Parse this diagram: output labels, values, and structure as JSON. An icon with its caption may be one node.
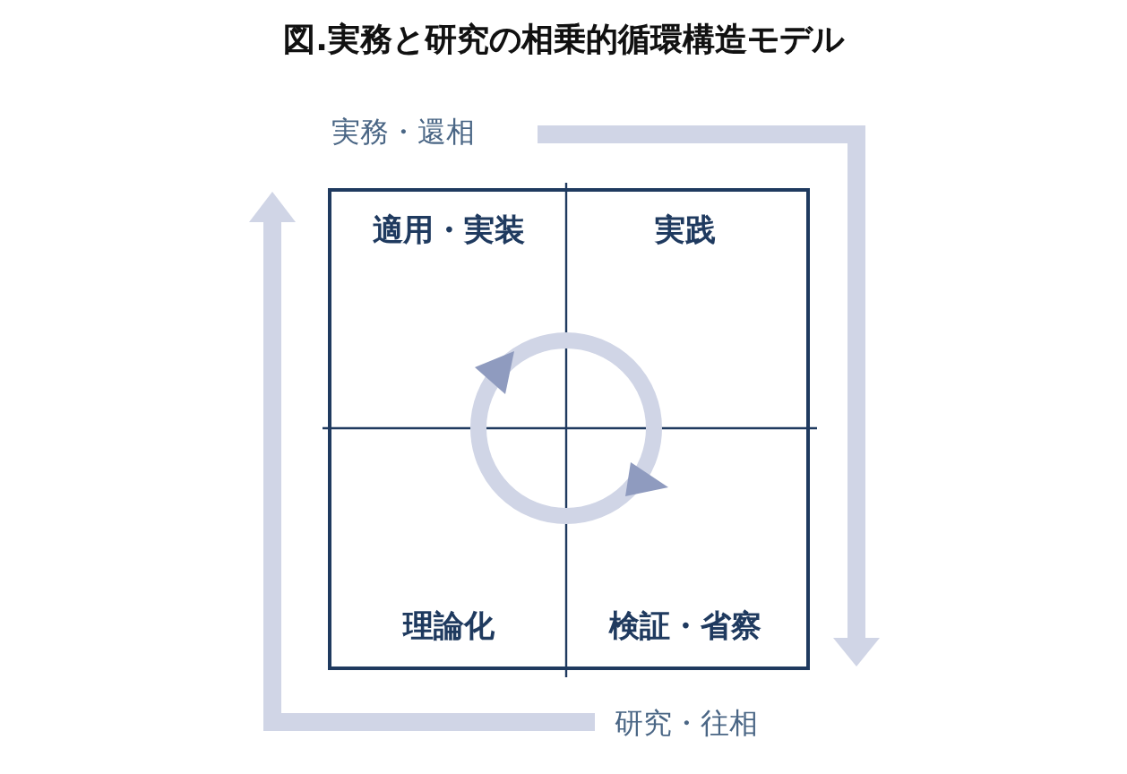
{
  "diagram": {
    "title": "図.実務と研究の相乗的循環構造モデル",
    "nodes": [
      {
        "text": [
          "適用・実装"
        ]
      },
      {
        "text": [
          "実践"
        ]
      },
      {
        "text": [
          "理論化"
        ]
      },
      {
        "text": [
          "検証・省察"
        ]
      }
    ],
    "labels": [
      "実務・還相",
      "研究・往相"
    ]
  }
}
